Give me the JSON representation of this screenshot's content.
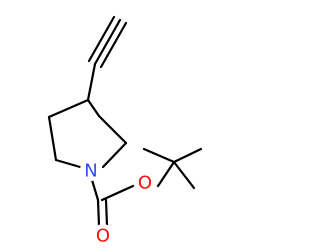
{
  "molecule": {
    "atoms": {
      "n": {
        "label": "N",
        "color": "#3050F8"
      },
      "o_ester": {
        "label": "O",
        "color": "#FF0D0D"
      },
      "o_carbonyl": {
        "label": "O",
        "color": "#FF0D0D"
      }
    },
    "bond_color": "#000000"
  }
}
